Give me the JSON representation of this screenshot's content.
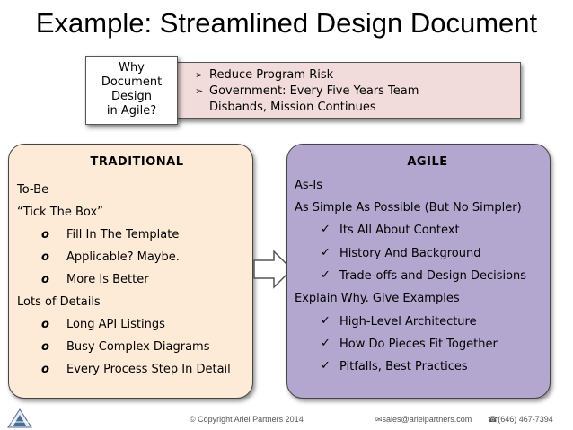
{
  "title": "Example: Streamlined Design Document",
  "why": {
    "label_lines": [
      "Why",
      "Document",
      "Design",
      "in Agile?"
    ],
    "bullets": [
      "Reduce Program Risk",
      "Government: Every Five Years Team",
      "Disbands, Mission Continues"
    ]
  },
  "traditional": {
    "heading": "TRADITIONAL",
    "lines": [
      "To-Be",
      "“Tick The Box”",
      "Fill In The Template",
      "Applicable?  Maybe.",
      "More Is Better",
      "Lots of Details",
      "Long API Listings",
      "Busy Complex Diagrams",
      "Every Process Step In Detail"
    ],
    "sub_marker": "o"
  },
  "agile": {
    "heading": "AGILE",
    "lines": [
      "As-Is",
      "As Simple As Possible (But No Simpler)",
      "Its All About Context",
      "History And Background",
      "Trade-offs and Design Decisions",
      "Explain Why. Give Examples",
      "High-Level Architecture",
      "How Do Pieces Fit Together",
      "Pitfalls, Best Practices"
    ],
    "check_marker": "✓"
  },
  "footer": {
    "copyright": "© Copyright Ariel Partners 2014",
    "email": "sales@arielpartners.com",
    "phone": "(646) 467-7394"
  },
  "colors": {
    "why_bar": "#f2dcdb",
    "traditional_panel": "#fdebd7",
    "agile_panel": "#b3a7cf"
  },
  "icons": {
    "bullet": "arrow-bullet-icon",
    "check": "checkmark-icon",
    "email": "envelope-icon",
    "phone": "phone-icon",
    "logo": "ariel-partners-logo"
  }
}
